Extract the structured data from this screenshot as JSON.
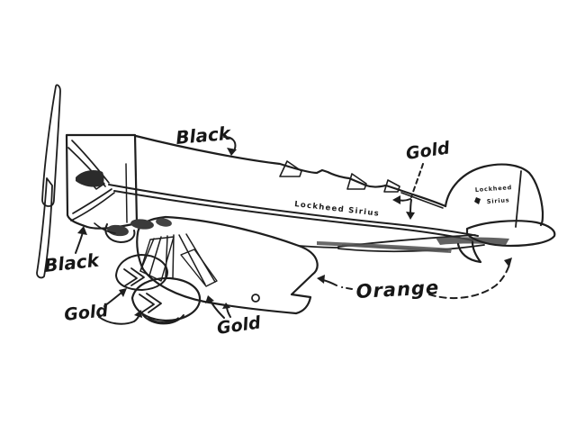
{
  "figure": {
    "background_color": "#ffffff",
    "ink_color": "#1e1e1e",
    "subject": "Lockheed Sirius color scheme diagram"
  },
  "callouts": {
    "fuselage_top": "Black",
    "tail_lettering": "Gold",
    "propeller": "Black",
    "wheel_pants": "Gold",
    "landing_gear": "Gold",
    "wing_and_tail": "Orange"
  },
  "aircraft_markings": {
    "fuselage_text": "Lockheed Sirius",
    "fin_text_line1": "Lockheed",
    "fin_text_line2": "Sirius"
  }
}
